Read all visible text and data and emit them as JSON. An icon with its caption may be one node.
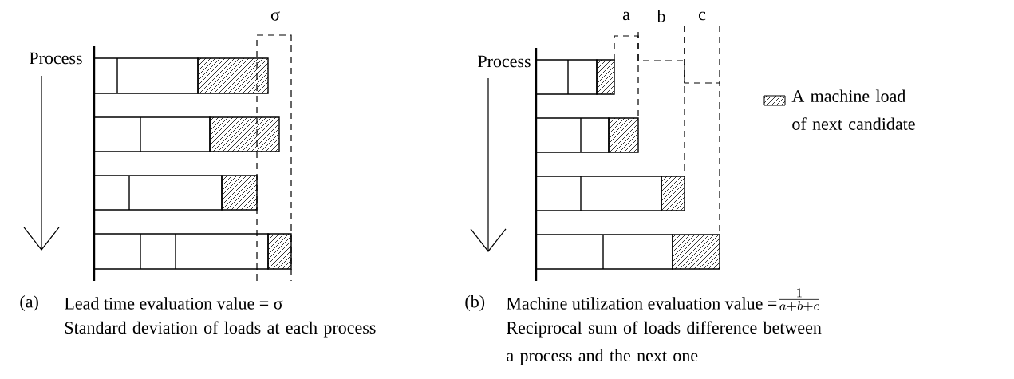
{
  "diagram": {
    "labels": [
      "σ",
      "a",
      "b",
      "c",
      "Process",
      "Process",
      "(a)",
      "Lead time evaluation value = σ",
      "(b)",
      "Machine utilization evaluation value =",
      "\\frac{1}{a+b+c}",
      "Standard deviation of loads at each process",
      "Reciprocal sum of loads difference between a process and the next one"
    ],
    "legend": [
      {
        "text": "A machine load of next candidate"
      }
    ]
  }
}
